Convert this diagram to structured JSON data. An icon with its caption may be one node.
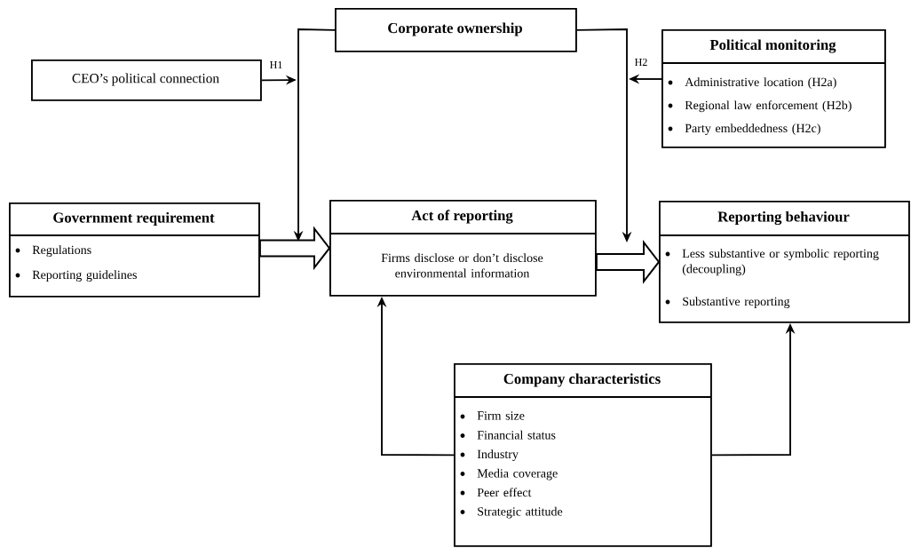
{
  "diagram": {
    "nodes": [
      {
        "text": [
          "Corporate ownership"
        ]
      },
      {
        "text": [
          "CEO’s political connection"
        ]
      },
      {
        "text": [
          "Political monitoring",
          "Administrative location (H2a)",
          "Regional law enforcement (H2b)",
          "Party embeddedness (H2c)"
        ]
      },
      {
        "text": [
          "Government requirement",
          "Regulations",
          "Reporting guidelines"
        ]
      },
      {
        "text": [
          "Act of reporting",
          "Firms disclose or don’t disclose environmental information"
        ]
      },
      {
        "text": [
          "Reporting behaviour",
          "Less substantive or symbolic reporting (decoupling)",
          "Substantive reporting"
        ]
      },
      {
        "text": [
          "Company characteristics",
          "Firm size",
          "Financial status",
          "Industry",
          "Media coverage",
          "Peer effect",
          "Strategic attitude"
        ]
      }
    ],
    "edges": [
      {
        "from": 0,
        "to": null,
        "arrow": "to"
      },
      {
        "from": 0,
        "to": null,
        "arrow": "to"
      },
      {
        "from": 1,
        "to": null,
        "arrow": "to",
        "label": "H1"
      },
      {
        "from": 2,
        "to": null,
        "arrow": "to",
        "label": "H2"
      },
      {
        "from": 3,
        "to": 4,
        "arrow": "to",
        "style": "thick"
      },
      {
        "from": 4,
        "to": 5,
        "arrow": "to",
        "style": "thick"
      },
      {
        "from": 6,
        "to": 4,
        "arrow": "to"
      },
      {
        "from": 6,
        "to": 5,
        "arrow": "to"
      }
    ]
  }
}
